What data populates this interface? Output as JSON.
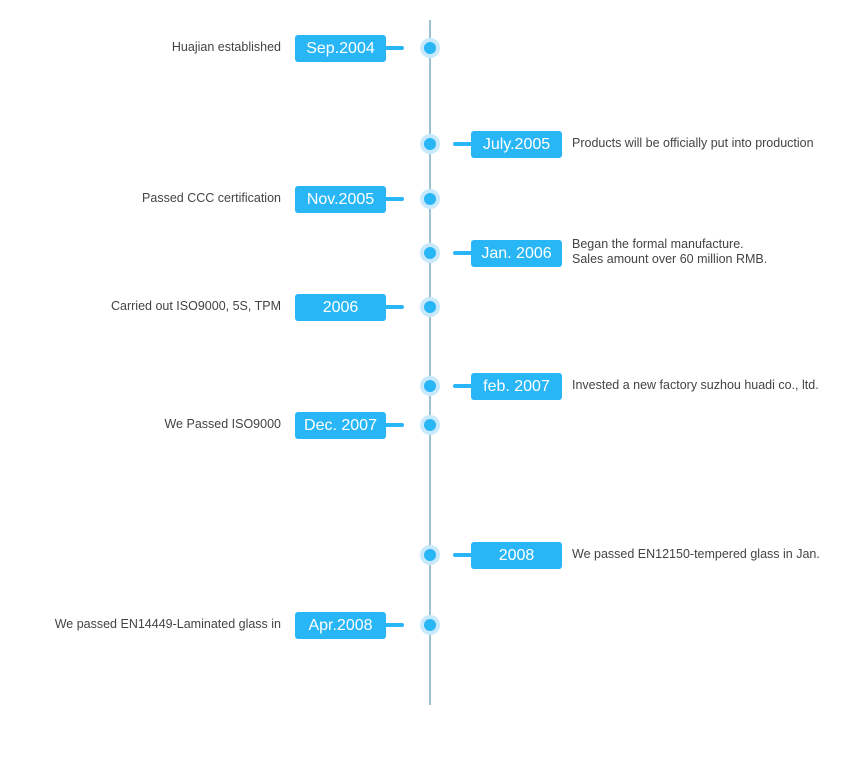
{
  "timeline": {
    "events": [
      {
        "date": "Sep.2004",
        "side": "left",
        "lines": [
          "Huajian established"
        ]
      },
      {
        "date": "July.2005",
        "side": "right",
        "lines": [
          "Products will be officially put into production"
        ]
      },
      {
        "date": "Nov.2005",
        "side": "left",
        "lines": [
          "Passed CCC certification"
        ]
      },
      {
        "date": "Jan. 2006",
        "side": "right",
        "lines": [
          "Began the formal manufacture.",
          "Sales amount over 60 million RMB."
        ]
      },
      {
        "date": "2006",
        "side": "left",
        "lines": [
          "Carried out ISO9000, 5S, TPM"
        ]
      },
      {
        "date": "feb. 2007",
        "side": "right",
        "lines": [
          "Invested a new factory suzhou huadi co., ltd."
        ]
      },
      {
        "date": "Dec. 2007",
        "side": "left",
        "lines": [
          "We Passed ISO9000"
        ]
      },
      {
        "date": "2008",
        "side": "right",
        "lines": [
          "We passed EN12150-tempered glass in Jan."
        ]
      },
      {
        "date": "Apr.2008",
        "side": "left",
        "lines": [
          "We passed EN14449-Laminated glass in"
        ]
      }
    ]
  },
  "colors": {
    "accent": "#29b6f6",
    "dot_halo": "#c8e9fb",
    "axis": "#9bbfd3",
    "text": "#444444"
  }
}
